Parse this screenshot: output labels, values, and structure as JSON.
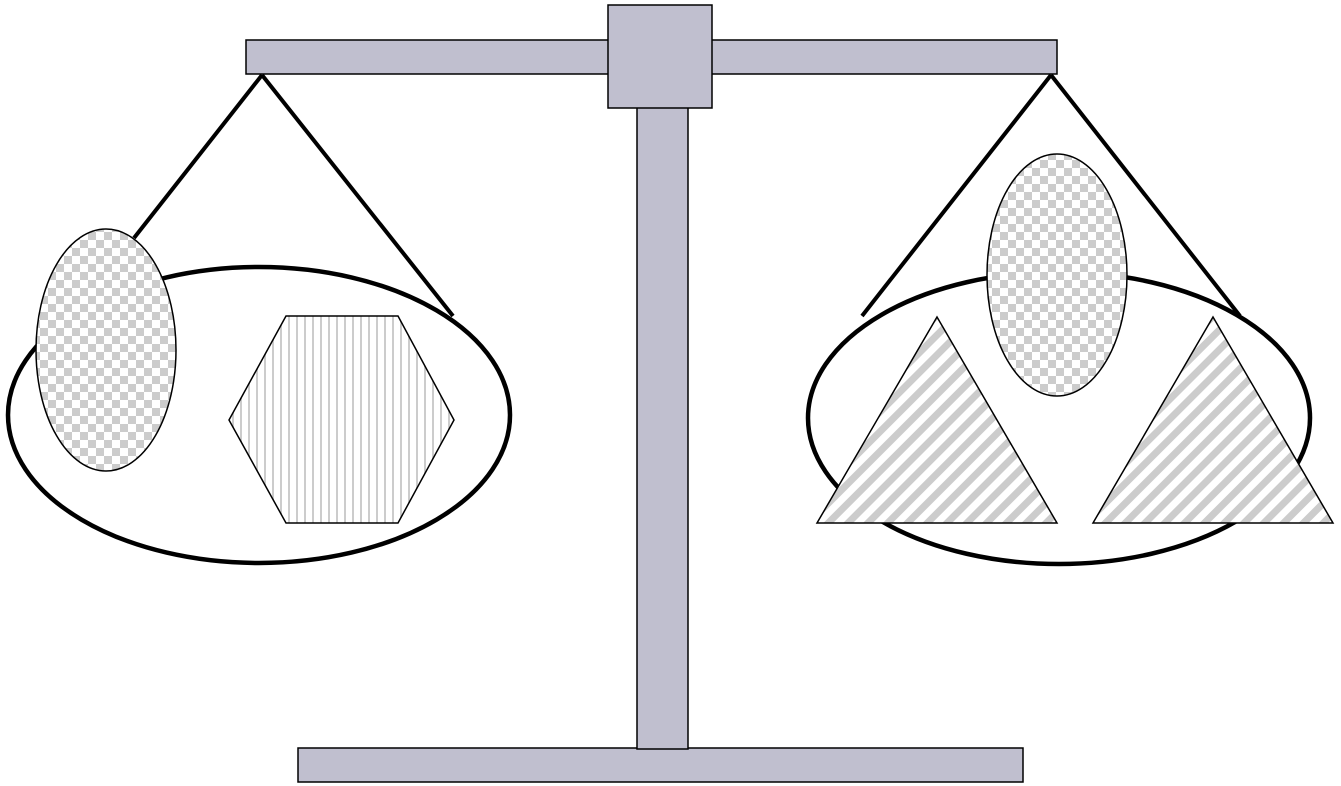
{
  "colors": {
    "background": "#ffffff",
    "frame_fill": "#c0bfcf",
    "outline": "#000000",
    "pattern_shade": "#cccccc"
  },
  "balance_scale": {
    "left_pan": {
      "objects": [
        {
          "shape": "ellipse",
          "pattern": "checkerboard"
        },
        {
          "shape": "hexagon",
          "pattern": "vertical-stripes"
        }
      ]
    },
    "right_pan": {
      "objects": [
        {
          "shape": "ellipse",
          "pattern": "checkerboard"
        },
        {
          "shape": "triangle",
          "pattern": "diagonal-stripes"
        },
        {
          "shape": "triangle",
          "pattern": "diagonal-stripes"
        }
      ]
    }
  }
}
